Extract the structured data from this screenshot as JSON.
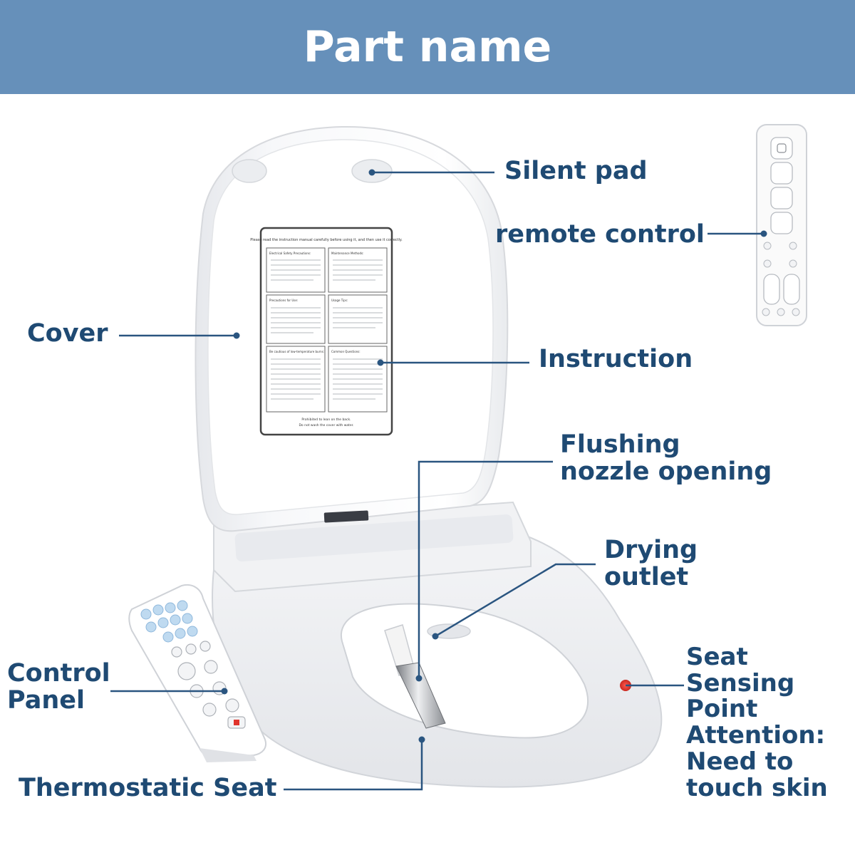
{
  "header": {
    "title": "Part name"
  },
  "labels": {
    "silent_pad": "Silent pad",
    "remote_control": "remote control",
    "cover": "Cover",
    "instruction": "Instruction",
    "flushing": [
      "Flushing",
      "nozzle opening"
    ],
    "drying": [
      "Drying",
      "outlet"
    ],
    "control_panel": [
      "Control",
      "Panel"
    ],
    "thermostatic_seat": "Thermostatic Seat",
    "seat_sensing": [
      "Seat",
      "Sensing",
      "Point",
      "Attention:",
      "Need to",
      "touch skin"
    ]
  },
  "instruction_card": {
    "heading": "Please read the instruction manual carefully before using it, and then use it correctly.",
    "sections": [
      "Electrical Safety Precautions:",
      "Maintenance Methods:",
      "Precautions for Use:",
      "Usage Tips:",
      "Be cautious of low-temperature burns:",
      "Common Questions:"
    ],
    "footer": [
      "Prohibited to lean on the back.",
      "Do not wash the cover with water."
    ]
  },
  "colors": {
    "header_bg": "#6690ba",
    "label_text": "#1f4a73",
    "leader_line": "#2a5580",
    "sensor_dot": "#e0342c"
  }
}
